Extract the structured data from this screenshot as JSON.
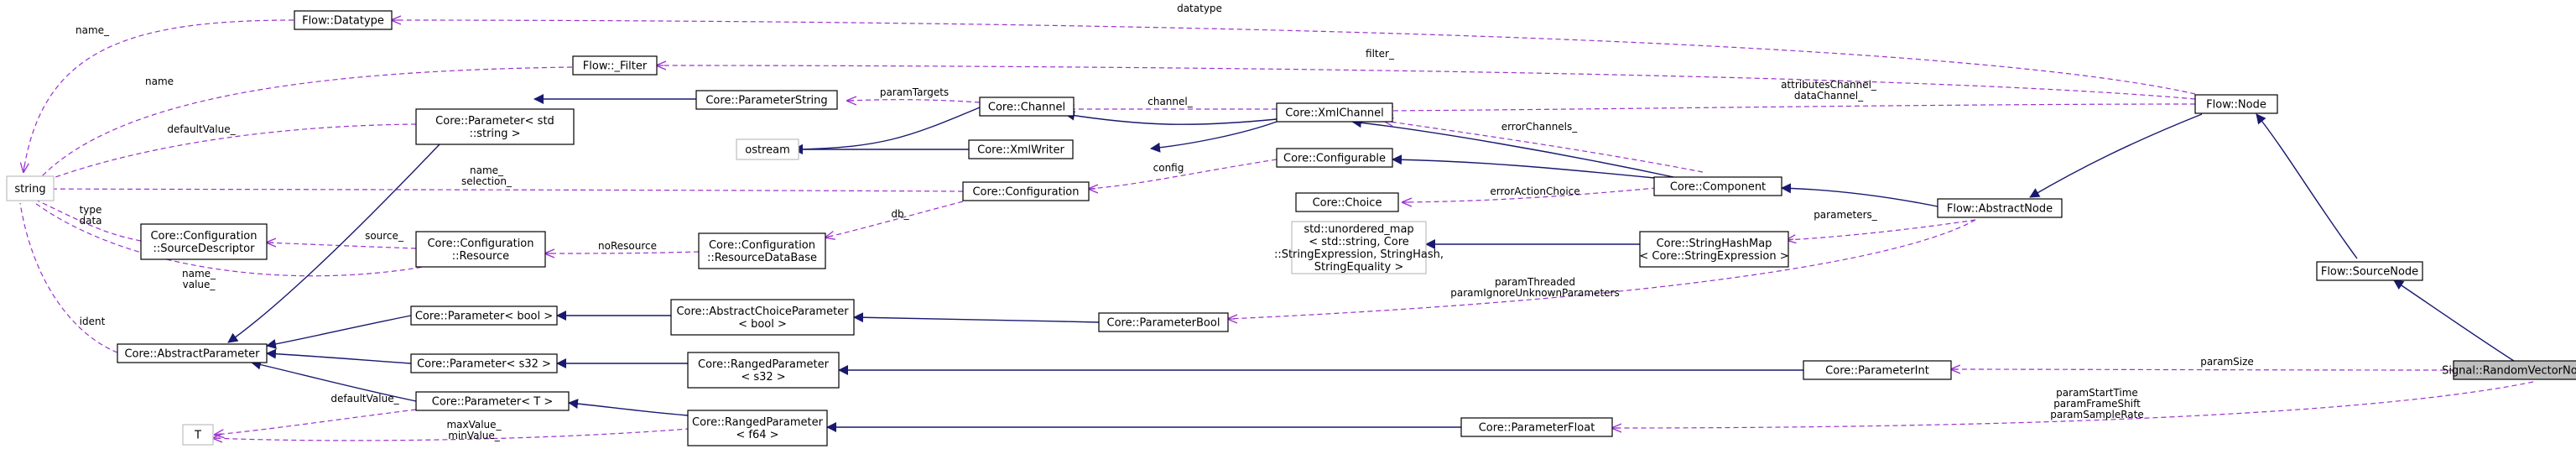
{
  "colors": {
    "inheritance_edge": "#191970",
    "usage_edge": "#9a32cd",
    "focus_fill": "#bfbfbf",
    "external_border": "#bfbfbf"
  },
  "nodes": {
    "string": [
      "string"
    ],
    "ostream": [
      "ostream"
    ],
    "T": [
      "T"
    ],
    "stdmap": [
      "std::unordered_map",
      "< std::string, Core",
      "::StringExpression, StringHash,",
      "StringEquality >"
    ],
    "datatype": [
      "Flow::Datatype"
    ],
    "filter": [
      "Flow::_Filter"
    ],
    "paramString": [
      "Core::ParameterString"
    ],
    "paramStdString": [
      "Core::Parameter< std",
      "::string >"
    ],
    "channel": [
      "Core::Channel"
    ],
    "xmlWriter": [
      "Core::XmlWriter"
    ],
    "xmlChannel": [
      "Core::XmlChannel"
    ],
    "configurable": [
      "Core::Configurable"
    ],
    "configuration": [
      "Core::Configuration"
    ],
    "choice": [
      "Core::Choice"
    ],
    "component": [
      "Core::Component"
    ],
    "sourceDescriptor": [
      "Core::Configuration",
      "::SourceDescriptor"
    ],
    "confResource": [
      "Core::Configuration",
      "::Resource"
    ],
    "resourceDB": [
      "Core::Configuration",
      "::ResourceDataBase"
    ],
    "stringHashMap": [
      "Core::StringHashMap",
      "< Core::StringExpression >"
    ],
    "node": [
      "Flow::Node"
    ],
    "abstractNode": [
      "Flow::AbstractNode"
    ],
    "sourceNode": [
      "Flow::SourceNode"
    ],
    "abstractParameter": [
      "Core::AbstractParameter"
    ],
    "paramBool": [
      "Core::Parameter< bool >"
    ],
    "paramS32": [
      "Core::Parameter< s32 >"
    ],
    "paramT": [
      "Core::Parameter< T >"
    ],
    "abstractChoice": [
      "Core::AbstractChoiceParameter",
      "< bool >"
    ],
    "rangedS32": [
      "Core::RangedParameter",
      "< s32 >"
    ],
    "rangedF64": [
      "Core::RangedParameter",
      "< f64 >"
    ],
    "parameterBool": [
      "Core::ParameterBool"
    ],
    "parameterInt": [
      "Core::ParameterInt"
    ],
    "parameterFloat": [
      "Core::ParameterFloat"
    ],
    "randomVectorNode": [
      "Signal::RandomVectorNode"
    ]
  },
  "edge_labels": {
    "name_": [
      "name_"
    ],
    "datatype": [
      "datatype"
    ],
    "filter_": [
      "filter_"
    ],
    "name": [
      "name"
    ],
    "paramTargets": [
      "paramTargets"
    ],
    "channel_": [
      "channel_"
    ],
    "attributes": [
      "attributesChannel_",
      "dataChannel_"
    ],
    "defaultValue_top": [
      "defaultValue_"
    ],
    "errorChannels_": [
      "errorChannels_"
    ],
    "name_selection": [
      "name_",
      "selection_"
    ],
    "config": [
      "config"
    ],
    "type_data": [
      "type",
      "data"
    ],
    "errorActionChoice": [
      "errorActionChoice"
    ],
    "source_": [
      "source_"
    ],
    "noResource": [
      "noResource"
    ],
    "db_": [
      "db_"
    ],
    "parameters_": [
      "parameters_"
    ],
    "name_value": [
      "name_",
      "value_"
    ],
    "ident": [
      "ident"
    ],
    "paramThreaded": [
      "paramThreaded",
      "paramIgnoreUnknownParameters"
    ],
    "paramSize": [
      "paramSize"
    ],
    "defaultValue_bottom": [
      "defaultValue_"
    ],
    "paramStart": [
      "paramStartTime",
      "paramFrameShift",
      "paramSampleRate"
    ],
    "maxmin": [
      "maxValue_",
      "minValue_"
    ]
  }
}
